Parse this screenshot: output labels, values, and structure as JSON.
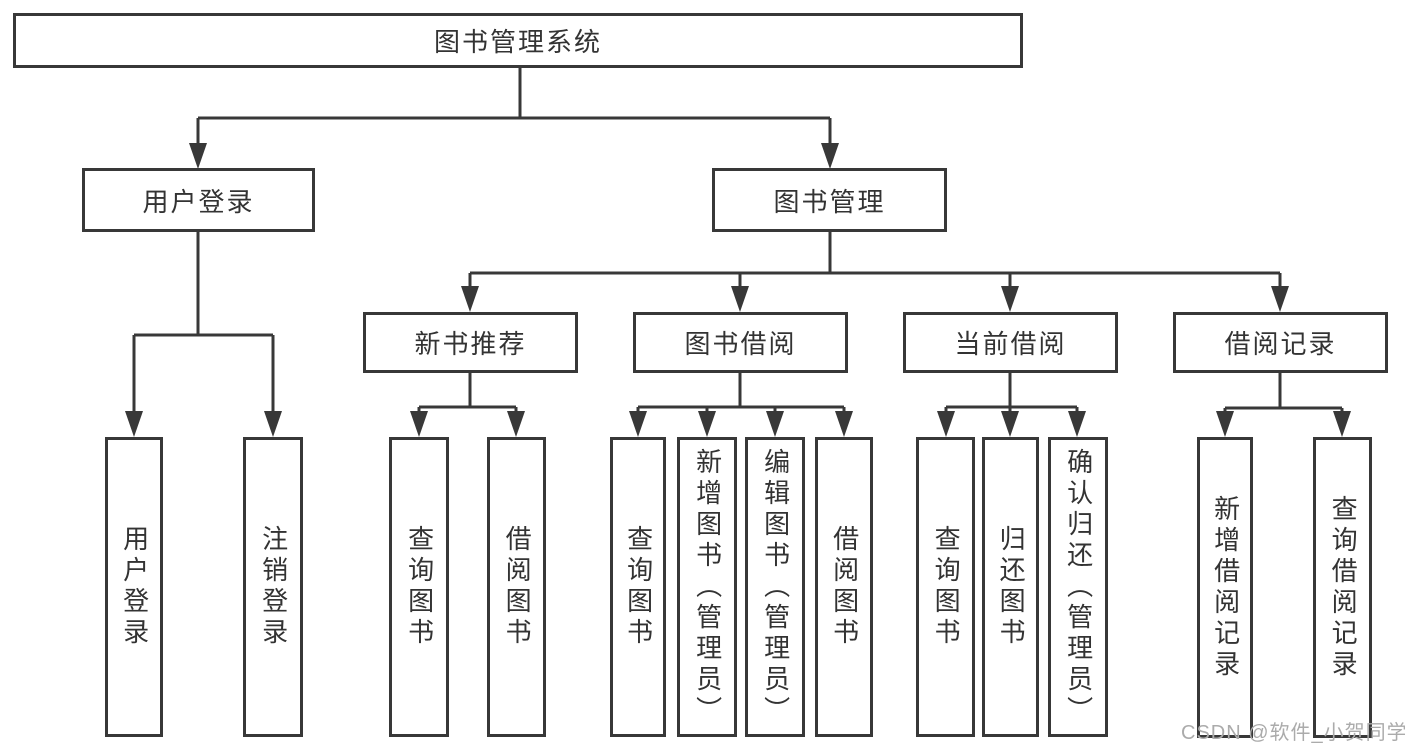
{
  "diagram": {
    "root": {
      "label": "图书管理系统"
    },
    "level2": {
      "user_login": {
        "label": "用户登录"
      },
      "book_mgmt": {
        "label": "图书管理"
      }
    },
    "level3": {
      "new_book_rec": {
        "label": "新书推荐"
      },
      "book_borrow": {
        "label": "图书借阅"
      },
      "current_borrow": {
        "label": "当前借阅"
      },
      "borrow_records": {
        "label": "借阅记录"
      }
    },
    "leaves": {
      "user_login": {
        "label": "用户登录"
      },
      "logout": {
        "label": "注销登录"
      },
      "rec_query_book": {
        "label": "查询图书"
      },
      "rec_borrow_book": {
        "label": "借阅图书"
      },
      "bb_query_book": {
        "label": "查询图书"
      },
      "bb_add_book": {
        "label": "新增图书（管理员）"
      },
      "bb_edit_book": {
        "label": "编辑图书（管理员）"
      },
      "bb_borrow_book": {
        "label": "借阅图书"
      },
      "cb_query_book": {
        "label": "查询图书"
      },
      "cb_return_book": {
        "label": "归还图书"
      },
      "cb_confirm_return": {
        "label": "确认归还（管理员）"
      },
      "br_add_record": {
        "label": "新增借阅记录"
      },
      "br_query_record": {
        "label": "查询借阅记录"
      }
    },
    "watermark": {
      "text": "CSDN @软件_小贺同学"
    },
    "colors": {
      "line": "#383838",
      "text": "#333333",
      "box_background": "#ffffff",
      "page_background": "#ffffff",
      "watermark": "#ababab"
    }
  }
}
